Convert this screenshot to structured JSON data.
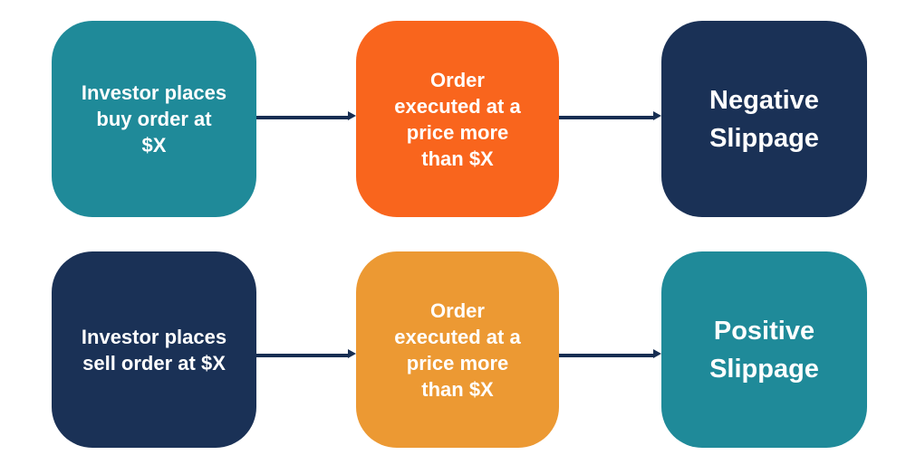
{
  "flow": {
    "background": "#FFFFFF",
    "arrow_color": "#172E52",
    "text_color": "#FFFFFF",
    "rows": [
      {
        "nodes": [
          {
            "color": "#1F8A99",
            "lines": [
              "Investor places",
              "buy order at",
              "$X"
            ]
          },
          {
            "color": "#F9651D",
            "lines": [
              "Order",
              "executed at a",
              "price more",
              "than $X"
            ]
          },
          {
            "color": "#1A3156",
            "lines": [
              "Negative",
              "Slippage"
            ]
          }
        ]
      },
      {
        "nodes": [
          {
            "color": "#1A3156",
            "lines": [
              "Investor places",
              "sell order at $X"
            ]
          },
          {
            "color": "#EC9933",
            "lines": [
              "Order",
              "executed at a",
              "price more",
              "than $X"
            ]
          },
          {
            "color": "#1F8A99",
            "lines": [
              "Positive",
              "Slippage"
            ]
          }
        ]
      }
    ]
  }
}
